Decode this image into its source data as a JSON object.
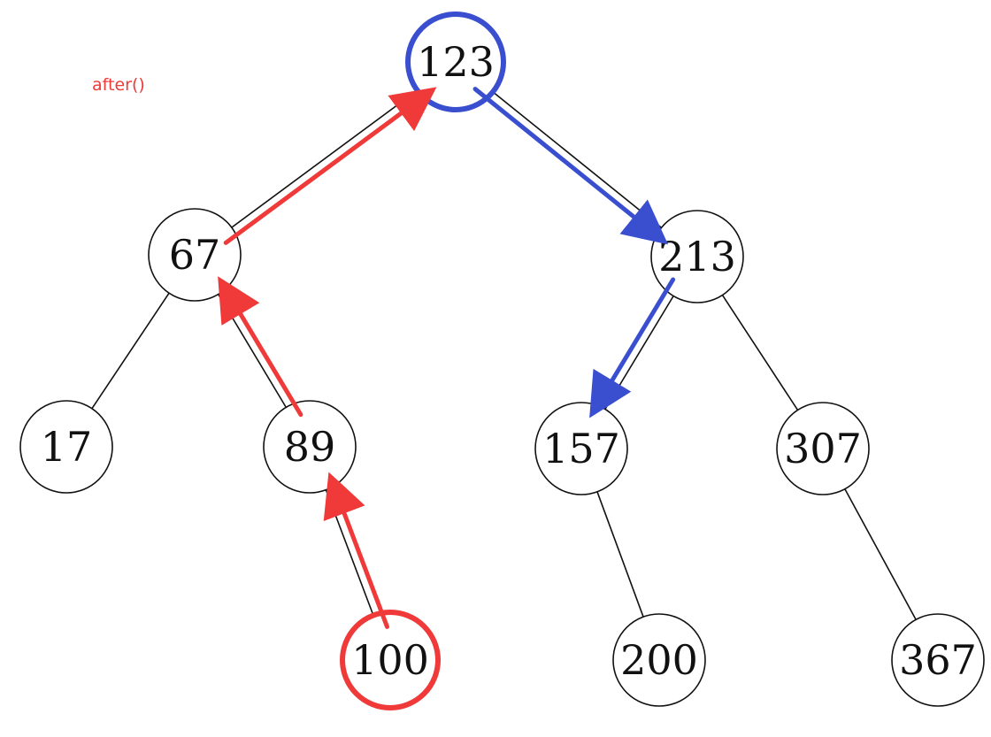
{
  "caption": "after()",
  "colors": {
    "ink": "#111111",
    "red": "#f03a3a",
    "blue": "#3a4fd0"
  },
  "nodes": [
    {
      "id": "n123",
      "label": "123"
    },
    {
      "id": "n67",
      "label": "67"
    },
    {
      "id": "n213",
      "label": "213"
    },
    {
      "id": "n17",
      "label": "17"
    },
    {
      "id": "n89",
      "label": "89"
    },
    {
      "id": "n157",
      "label": "157"
    },
    {
      "id": "n307",
      "label": "307"
    },
    {
      "id": "n100",
      "label": "100"
    },
    {
      "id": "n200",
      "label": "200"
    },
    {
      "id": "n367",
      "label": "367"
    }
  ],
  "edges": [
    {
      "from": "n123",
      "to": "n67"
    },
    {
      "from": "n123",
      "to": "n213"
    },
    {
      "from": "n67",
      "to": "n17"
    },
    {
      "from": "n67",
      "to": "n89"
    },
    {
      "from": "n213",
      "to": "n157"
    },
    {
      "from": "n213",
      "to": "n307"
    },
    {
      "from": "n89",
      "to": "n100"
    },
    {
      "from": "n157",
      "to": "n200"
    },
    {
      "from": "n307",
      "to": "n367"
    }
  ],
  "highlights": [
    {
      "node": "n123",
      "color": "blue"
    },
    {
      "node": "n100",
      "color": "red"
    }
  ],
  "arrows": [
    {
      "from": "n100",
      "to": "n89",
      "color": "red"
    },
    {
      "from": "n89",
      "to": "n67",
      "color": "red"
    },
    {
      "from": "n67",
      "to": "n123",
      "color": "red"
    },
    {
      "from": "n123",
      "to": "n213",
      "color": "blue"
    },
    {
      "from": "n213",
      "to": "n157",
      "color": "blue"
    }
  ]
}
